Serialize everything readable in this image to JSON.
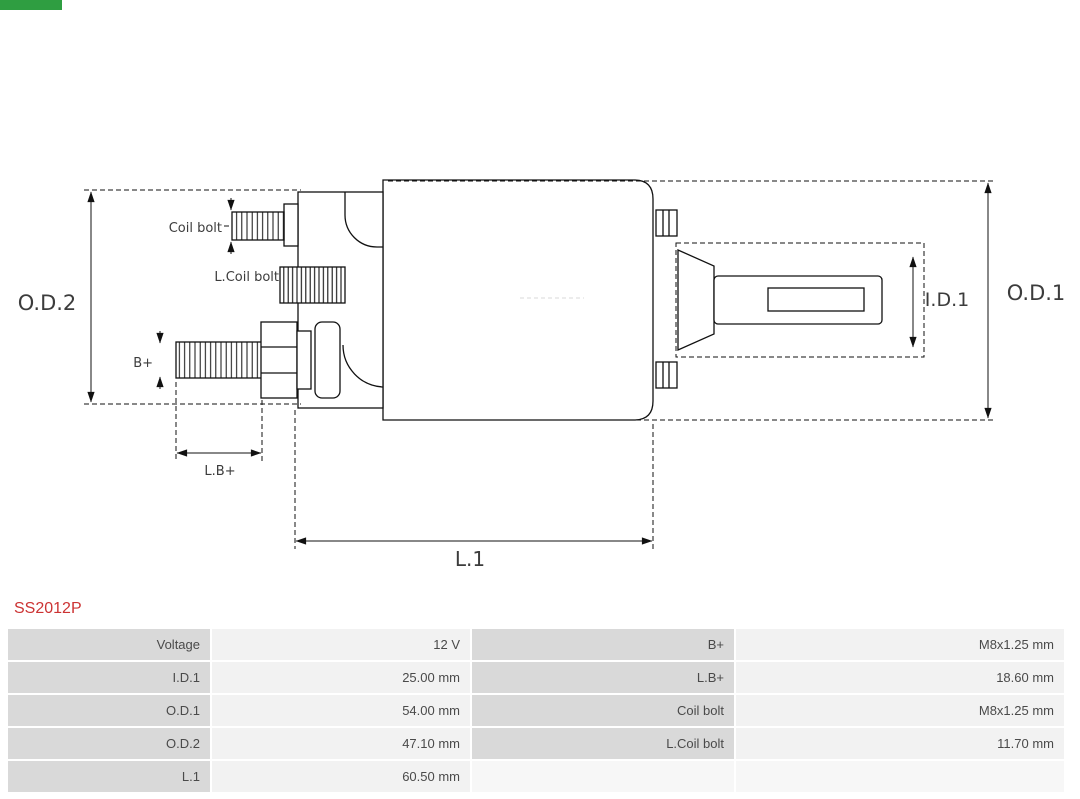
{
  "part_number": "SS2012P",
  "logo": {
    "color": "#2f9e41"
  },
  "colors": {
    "part_number_text": "#cc3333",
    "table_label_bg": "#d9d9d9",
    "table_value_bg": "#f2f2f2",
    "table_text": "#4a4a4a",
    "drawing_line": "#111111"
  },
  "diagram": {
    "labels": {
      "od2": "O.D.2",
      "od1": "O.D.1",
      "id1": "I.D.1",
      "l1": "L.1",
      "coil_bolt": "Coil bolt",
      "l_coil_bolt": "L.Coil bolt",
      "b_plus": "B+",
      "l_b_plus": "L.B+"
    }
  },
  "specs": {
    "rows": [
      {
        "label": "Voltage",
        "value": "12 V",
        "label2": "B+",
        "value2": "M8x1.25 mm"
      },
      {
        "label": "I.D.1",
        "value": "25.00 mm",
        "label2": "L.B+",
        "value2": "18.60 mm"
      },
      {
        "label": "O.D.1",
        "value": "54.00 mm",
        "label2": "Coil bolt",
        "value2": "M8x1.25 mm"
      },
      {
        "label": "O.D.2",
        "value": "47.10 mm",
        "label2": "L.Coil bolt",
        "value2": "11.70 mm"
      },
      {
        "label": "L.1",
        "value": "60.50 mm",
        "label2": "",
        "value2": ""
      }
    ]
  }
}
